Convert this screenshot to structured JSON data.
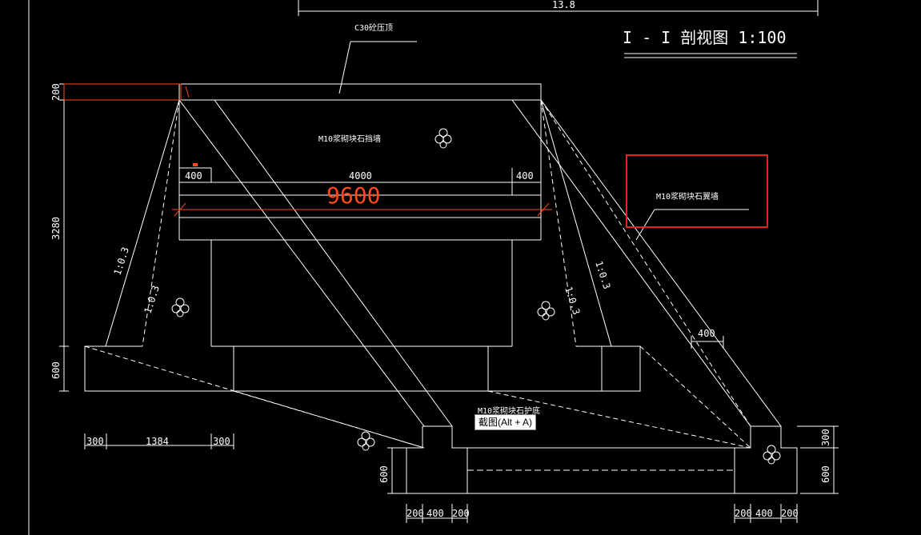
{
  "drawing": {
    "section_title": "I - I 剖视图 1:100",
    "top_total_dim": "13.8",
    "labels": {
      "top_concrete": "C30砼压顶",
      "retaining_wall": "M10浆砌块石挡墙",
      "wing_wall": "M10浆砌块石翼墙",
      "base_label": "M10浆砌块石护底"
    },
    "dims": {
      "top_height": "200",
      "wall_height": "3280",
      "footing_height": "600",
      "left_400": "400",
      "mid_4000": "4000",
      "right_400": "400",
      "red_9600": "9600",
      "slope_a": "1:0.3",
      "slope_b": "1:0.3",
      "slope_c": "1:0.3",
      "slope_d": "1:0.3",
      "wing_400": "400",
      "bottom_300_a": "300",
      "bottom_1384": "1384",
      "bottom_300_b": "300",
      "bottom_600": "600",
      "right_300": "300",
      "right_600": "600",
      "b_200_a": "200",
      "b_400_a": "400",
      "b_200_b": "200",
      "b_200_c": "200",
      "b_400_b": "400",
      "b_200_d": "200"
    }
  },
  "tooltip": {
    "text": "截图(Alt + A)"
  },
  "colors": {
    "background": "#000000",
    "line": "#ffffff",
    "red_dim": "#ff4a1c",
    "highlight_box": "#e8231f"
  }
}
